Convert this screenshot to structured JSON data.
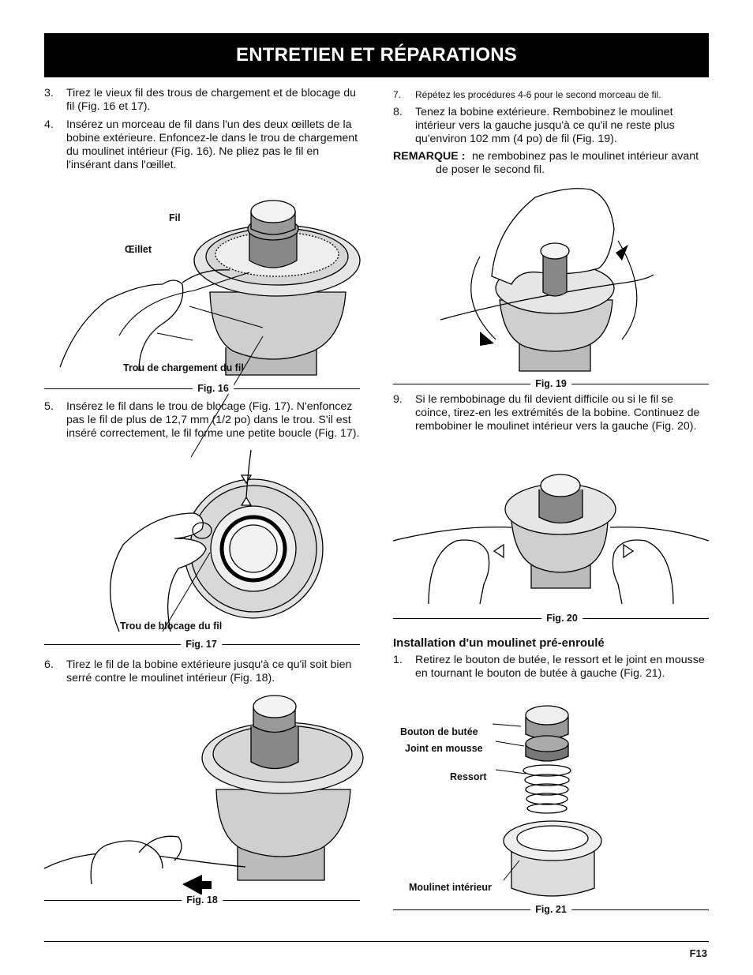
{
  "header": {
    "title": "ENTRETIEN ET RÉPARATIONS"
  },
  "left": {
    "step3": {
      "num": "3.",
      "text": "Tirez le vieux fil des trous de chargement et de blocage du fil (Fig. 16 et 17)."
    },
    "step4": {
      "num": "4.",
      "text": "Insérez un morceau de fil dans l'un des deux œillets de la bobine extérieure. Enfoncez-le dans le trou de chargement du moulinet intérieur (Fig. 16). Ne pliez pas le fil en l'insérant dans l'œillet."
    },
    "fig16": {
      "caption": "Fig. 16",
      "callouts": {
        "fil": "Fil",
        "oeillet": "Œillet",
        "trou": "Trou de chargement du fil"
      }
    },
    "step5": {
      "num": "5.",
      "text": "Insérez le fil dans le trou de blocage (Fig. 17). N'enfoncez pas le fil de plus de 12,7  mm (1/2 po) dans le trou. S'il est inséré correctement, le fil forme une petite boucle (Fig. 17)."
    },
    "fig17": {
      "caption": "Fig. 17",
      "callouts": {
        "trou": "Trou de blocage du fil"
      }
    },
    "step6": {
      "num": "6.",
      "text": "Tirez le fil de la bobine extérieure jusqu'à ce qu'il soit bien serré contre le moulinet intérieur (Fig. 18)."
    },
    "fig18": {
      "caption": "Fig. 18"
    }
  },
  "right": {
    "step7": {
      "num": "7.",
      "text": "Répétez les procédures 4-6 pour le second morceau de fil."
    },
    "step8": {
      "num": "8.",
      "text": "Tenez la bobine extérieure. Rembobinez le moulinet intérieur vers la gauche jusqu'à ce qu'il ne reste plus qu'environ 102 mm (4 po) de fil (Fig. 19)."
    },
    "note": {
      "label": "REMARQUE :",
      "text": "ne rembobinez pas le moulinet intérieur avant de poser le second fil."
    },
    "fig19": {
      "caption": "Fig. 19"
    },
    "step9": {
      "num": "9.",
      "text": "Si le rembobinage du fil devient difficile ou si le fil se coince, tirez-en les extrémités de la bobine. Continuez de rembobiner le moulinet intérieur vers la gauche (Fig. 20)."
    },
    "fig20": {
      "caption": "Fig. 20"
    },
    "section": {
      "title": "Installation d'un moulinet pré-enroulé"
    },
    "step1": {
      "num": "1.",
      "text": "Retirez le bouton de butée, le ressort et le joint en mousse en tournant le bouton de butée à gauche (Fig. 21)."
    },
    "fig21": {
      "caption": "Fig. 21",
      "callouts": {
        "bouton": "Bouton de butée",
        "joint": "Joint en mousse",
        "ressort": "Ressort",
        "moulinet": "Moulinet intérieur"
      }
    }
  },
  "footer": {
    "page": "F13"
  }
}
